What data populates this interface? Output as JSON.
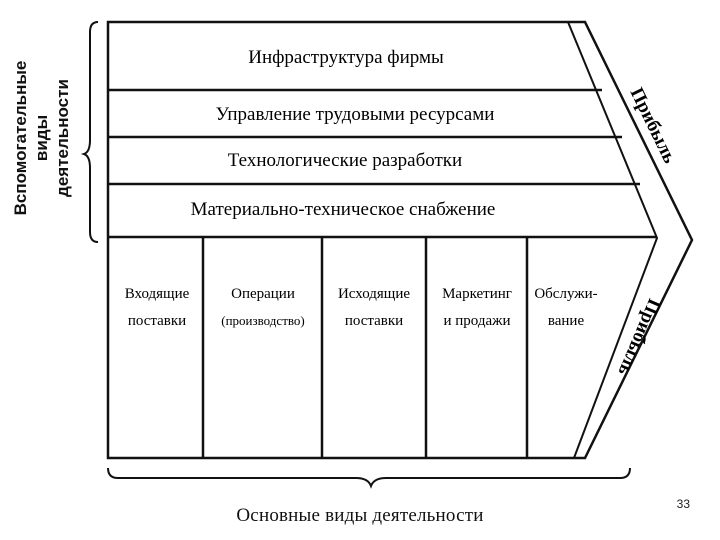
{
  "support_activities": {
    "label_lines": [
      "Вспомогательные",
      "виды",
      "деятельности"
    ],
    "rows": [
      "Инфраструктура фирмы",
      "Управление трудовыми ресурсами",
      "Технологические разработки",
      "Материально-техническое снабжение"
    ]
  },
  "primary_activities": {
    "columns": [
      {
        "line1": "Входящие",
        "line2": "поставки"
      },
      {
        "line1": "Операции",
        "line2": "(производство)"
      },
      {
        "line1": "Исходящие",
        "line2": "поставки"
      },
      {
        "line1": "Маркетинг",
        "line2": "и продажи"
      },
      {
        "line1": "Обслужи-",
        "line2": "вание"
      }
    ],
    "caption": "Основные виды деятельности"
  },
  "margin": {
    "upper_label": "Прибыль",
    "lower_label": "Прибыль"
  },
  "page": {
    "number": "33"
  }
}
